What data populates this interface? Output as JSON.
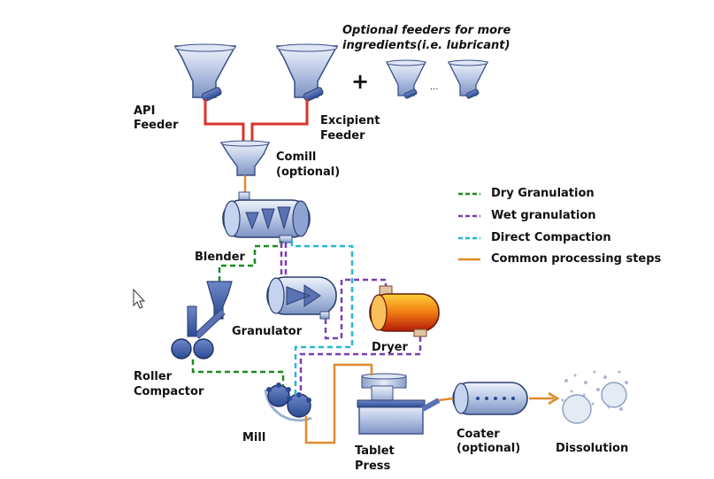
{
  "title": {
    "line1": "Optional feeders for more",
    "line2": "ingredients(i.e. lubricant)"
  },
  "symbols": {
    "plus": "+",
    "ellipsis": "..."
  },
  "labels": {
    "api_feeder": [
      "API",
      "Feeder"
    ],
    "excipient_feeder": [
      "Excipient",
      "Feeder"
    ],
    "comill": [
      "Comill",
      "(optional)"
    ],
    "blender": "Blender",
    "granulator": "Granulator",
    "dryer": "Dryer",
    "roller_compactor": [
      "Roller",
      "Compactor"
    ],
    "mill": "Mill",
    "tablet_press": [
      "Tablet",
      "Press"
    ],
    "coater": [
      "Coater",
      "(optional)"
    ],
    "dissolution": "Dissolution"
  },
  "legend": [
    {
      "label": "Dry Granulation",
      "style": "dashed",
      "color": "#1e8a1e"
    },
    {
      "label": "Wet granulation",
      "style": "dashed",
      "color": "#7a3db5"
    },
    {
      "label": "Direct Compaction",
      "style": "dashed",
      "color": "#29b6d6"
    },
    {
      "label": "Common processing steps",
      "style": "solid",
      "color": "#e08a2a"
    }
  ],
  "colors": {
    "feed_line": "#d9342b",
    "equipment_fill": "#b9c9e6",
    "equipment_stroke": "#3a4f86",
    "dryer_fill": "#e05a10"
  },
  "icons": [
    "hopper-icon",
    "blender-icon",
    "granulator-icon",
    "dryer-icon",
    "roller-compactor-icon",
    "mill-icon",
    "tablet-press-icon",
    "coater-icon",
    "dissolution-icon",
    "cursor-icon"
  ]
}
